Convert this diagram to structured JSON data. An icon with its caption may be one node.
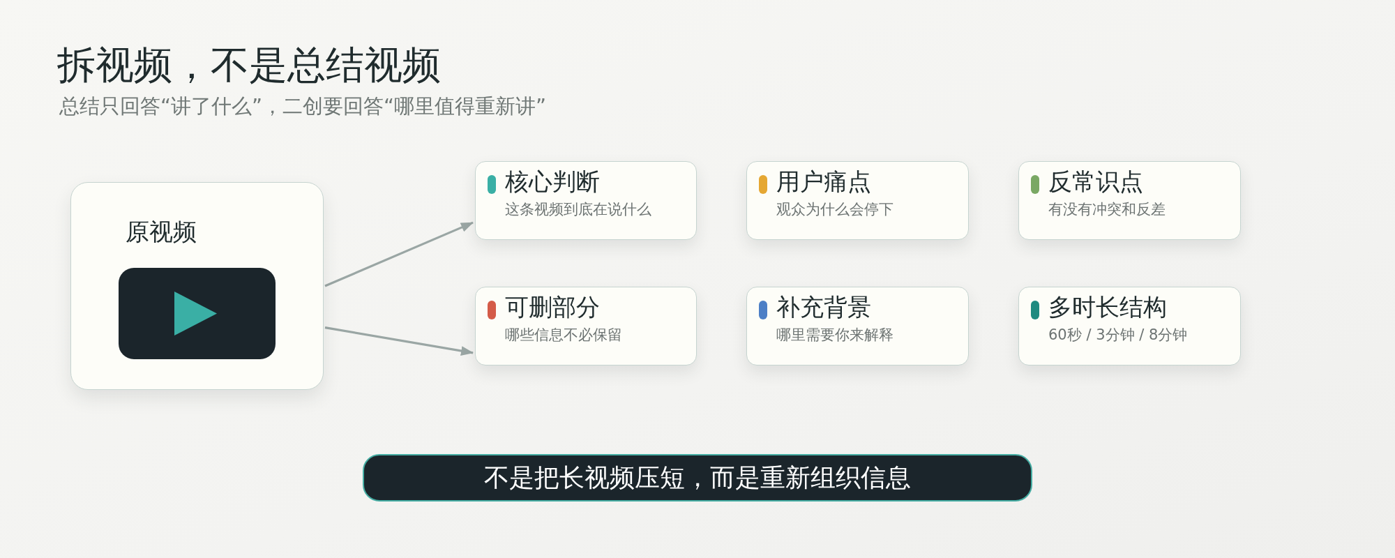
{
  "diagram": {
    "title": "拆视频，不是总结视频",
    "nodes": [
      {
        "text": [
          "原视频"
        ]
      },
      {
        "text": [
          "核心判断",
          "这条视频到底在说什么"
        ]
      },
      {
        "text": [
          "用户痛点",
          "观众为什么会停下"
        ]
      },
      {
        "text": [
          "反常识点",
          "有没有冲突和反差"
        ]
      },
      {
        "text": [
          "可删部分",
          "哪些信息不必保留"
        ]
      },
      {
        "text": [
          "补充背景",
          "哪里需要你来解释"
        ]
      },
      {
        "text": [
          "多时长结构",
          "60秒 / 3分钟 / 8分钟"
        ]
      },
      {
        "text": [
          "不是把长视频压短，而是重新组织信息"
        ]
      }
    ],
    "edges": [
      {
        "from": 0,
        "to": 1,
        "arrow": "to"
      },
      {
        "from": 0,
        "to": 4,
        "arrow": "to"
      }
    ],
    "labels": [
      "总结只回答“讲了什么”，二创要回答“哪里值得重新讲”"
    ]
  }
}
